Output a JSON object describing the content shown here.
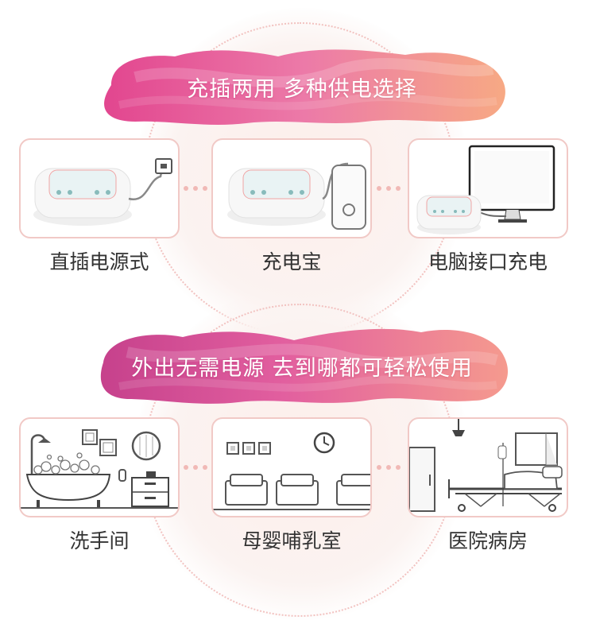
{
  "section1": {
    "banner": "充插两用 多种供电选择",
    "cards": [
      {
        "label": "直插电源式",
        "icon": "wall-plug-device-icon"
      },
      {
        "label": "充电宝",
        "icon": "power-bank-device-icon"
      },
      {
        "label": "电脑接口充电",
        "icon": "computer-device-icon"
      }
    ]
  },
  "section2": {
    "banner": "外出无需电源  去到哪都可轻松使用",
    "cards": [
      {
        "label": "洗手间",
        "icon": "bathroom-icon"
      },
      {
        "label": "母婴哺乳室",
        "icon": "nursing-room-icon"
      },
      {
        "label": "医院病房",
        "icon": "hospital-ward-icon"
      }
    ]
  },
  "colors": {
    "accent_pink": "#e8559c",
    "accent_peach": "#f6a079",
    "card_border": "#f1c9c6",
    "label_text": "#333333"
  }
}
